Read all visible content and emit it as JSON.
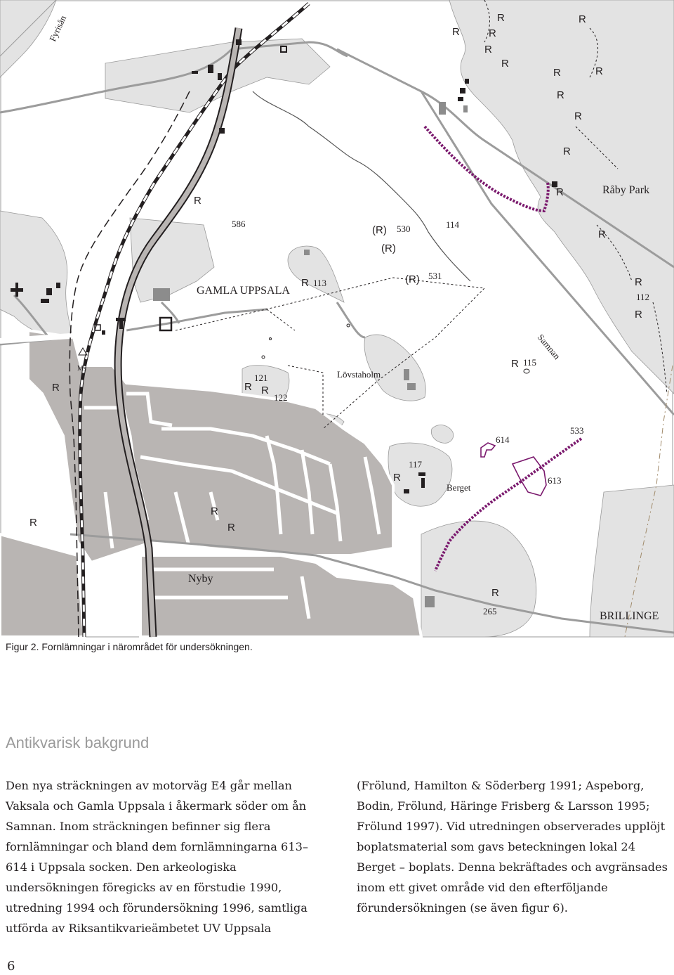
{
  "map": {
    "labels": {
      "fyrisan": "Fyrisån",
      "raby_park": "Råby Park",
      "gamla_uppsala": "GAMLA UPPSALA",
      "lovstaholm": "Lövstaholm",
      "samnan": "Samnan",
      "berget": "Berget",
      "nyby": "Nyby",
      "brillinge": "BRILLINGE",
      "ms": "Ms"
    },
    "sites": {
      "s586": "586",
      "s530": "530",
      "s114": "114",
      "s531": "531",
      "s113": "113",
      "s112": "112",
      "s115": "115",
      "s121": "121",
      "s122": "122",
      "s533": "533",
      "s614": "614",
      "s117": "117",
      "s613": "613",
      "s265": "265"
    },
    "r_symbol": "R",
    "r_paren_symbol": "(R)"
  },
  "caption": "Figur 2. Fornlämningar i närområdet för undersökningen.",
  "section_heading": "Antikvarisk bakgrund",
  "left_column": "Den nya sträckningen av motorväg E4 går mellan Vaksala och Gamla Uppsala i åkermark söder om ån Samnan. Inom sträckningen befinner sig flera fornlämningar och bland dem fornlämningarna 613–614 i Uppsala socken. Den arkeologiska undersökningen föregicks av en förstudie 1990, utredning 1994 och förundersökning 1996, samtliga utförda av Riksantikvarieämbetet UV Uppsala",
  "right_column": "(Frölund, Hamilton & Söderberg 1991; Aspeborg, Bodin, Frölund, Häringe Frisberg & Larsson 1995; Frölund 1997). Vid utredningen observerades upplöjt boplatsmaterial som gavs beteckningen lokal 24 Berget – boplats. Denna bekräftades och avgränsades inom ett givet område vid den efterföljande förundersökningen (se även figur 6).",
  "page_number": "6",
  "colors": {
    "map_bg": "#ffffff",
    "area_grey": "#e3e3e3",
    "built_grey": "#b9b5b3",
    "road": "#9c9c9c",
    "purple_line": "#7b1a6e",
    "heading_grey": "#9a9a9a"
  }
}
